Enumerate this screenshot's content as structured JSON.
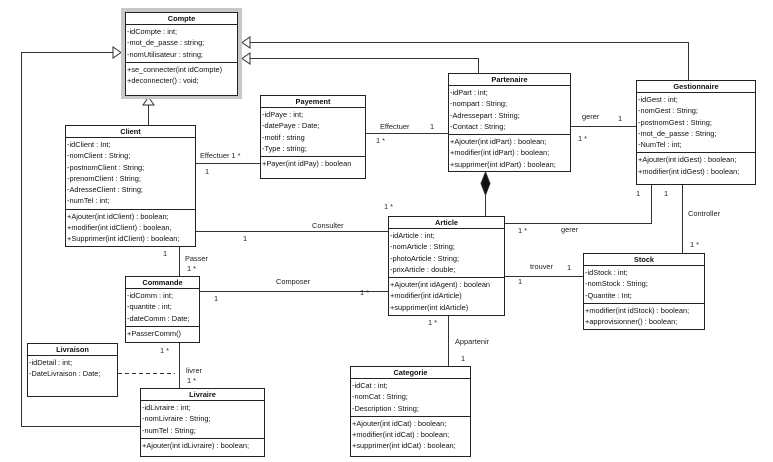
{
  "classes": [
    {
      "name": "Compte",
      "attributes": [
        "-idCompte : int;",
        "-mot_de_passe : string;",
        "-nomUtilisateur : string;"
      ],
      "methods": [
        "+se_connecter(int idCompte)",
        "+deconnecter() : void;"
      ]
    },
    {
      "name": "Payement",
      "attributes": [
        "-idPaye : int;",
        "-datePaye : Date;",
        "-motif : string",
        "-Type : string;"
      ],
      "methods": [
        "+Payer(int idPay) : boolean"
      ]
    },
    {
      "name": "Client",
      "attributes": [
        "-idClient : Int;",
        "-nomClient : String;",
        "-postnomClient : String;",
        "-prenomClient : String;",
        "-AdresseClient : String;",
        "-numTel : int;"
      ],
      "methods": [
        "+Ajouter(int idClient) : boolean;",
        "+modifier(int idClient) : boolean,",
        "+Supprimer(int idClient) : boolean;"
      ]
    },
    {
      "name": "Partenaire",
      "attributes": [
        "-idPart : int;",
        "-nompart : String;",
        "-Adressepart : String;",
        "-Contact : String;"
      ],
      "methods": [
        "+Ajouter(int idPart) : boolean;",
        "+modifier(int idPart) : boolean;",
        "+supprimer(int idPart) : boolean;"
      ]
    },
    {
      "name": "Gestionnaire",
      "attributes": [
        "-idGest : int;",
        "-nomGest : String;",
        "-postnomGest : String;",
        "-mot_de_passe : String;",
        "-NumTel : int;"
      ],
      "methods": [
        "+Ajouter(int idGest) : boolean;",
        "+modifier(int idGest) : boolean;"
      ]
    },
    {
      "name": "Article",
      "attributes": [
        "-idArticle : int;",
        "-nomArticle : String;",
        "-photoArticle : String;",
        "-prixArticle : double;"
      ],
      "methods": [
        "+Ajouter(int idAgent) : boolean",
        "+modifier(int idArticle)",
        "+supprimer(int idArticle)"
      ]
    },
    {
      "name": "Stock",
      "attributes": [
        "-idStock : int;",
        "-nomStock : String;",
        "-Quantite : Int;"
      ],
      "methods": [
        "+modifier(int idStock) : boolean;",
        "+approvisionner() : boolean;"
      ]
    },
    {
      "name": "Commande",
      "attributes": [
        "-idComm : int;",
        "-quantite : int;",
        "-dateComm : Date;"
      ],
      "methods": [
        "+PasserComm()"
      ]
    },
    {
      "name": "Livraison",
      "attributes": [
        "-idDetail : int;",
        "-DateLivraison : Date;"
      ],
      "methods": []
    },
    {
      "name": "Livraire",
      "attributes": [
        "-idLivraire : int;",
        "-nomLivraire : String;",
        "-numTel : String;"
      ],
      "methods": [
        "+Ajouter(int idLivraire) : boolean;"
      ]
    },
    {
      "name": "Categorie",
      "attributes": [
        "-idCat : int;",
        "-nomCat : String;",
        "-Description : String;"
      ],
      "methods": [
        "+Ajouter(int idCat) : boolean;",
        "+modifier(int idCat) : boolean;",
        "+supprimer(int idCat) : boolean;"
      ]
    }
  ],
  "labels": [
    "Effectuer 1 *",
    "1",
    "Effectuer",
    "1",
    "1 *",
    "Consulter",
    "1",
    "1 *",
    "gerer",
    "1",
    "1 *",
    "1",
    "1 *",
    "gerer",
    "Controller",
    "1",
    "1 *",
    "trouver",
    "1",
    "1",
    "1",
    "Passer",
    "1 *",
    "Composer",
    "1",
    "1 *",
    "1 *",
    "livrer",
    "1 *",
    "1 *",
    "Appartenir",
    "1"
  ],
  "colors": {
    "line": "#333333",
    "frame": "#c8c8c8"
  }
}
